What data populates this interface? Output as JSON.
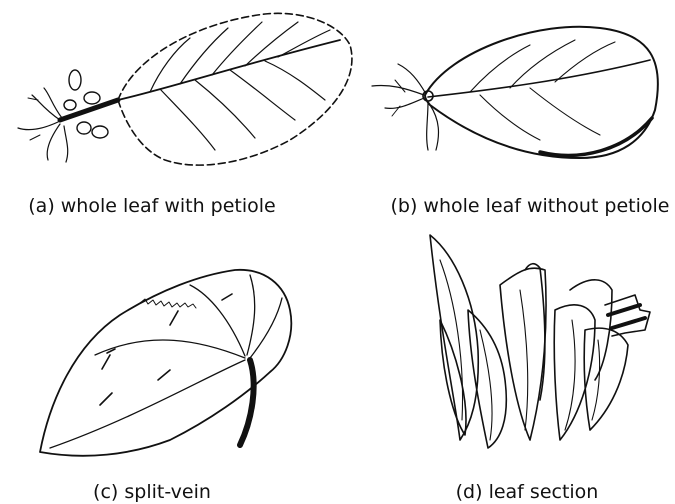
{
  "panels": [
    {
      "id": "a",
      "caption": "(a) whole leaf with petiole"
    },
    {
      "id": "b",
      "caption": "(b) whole leaf without petiole"
    },
    {
      "id": "c",
      "caption": "(c) split-vein"
    },
    {
      "id": "d",
      "caption": "(d) leaf section"
    }
  ]
}
